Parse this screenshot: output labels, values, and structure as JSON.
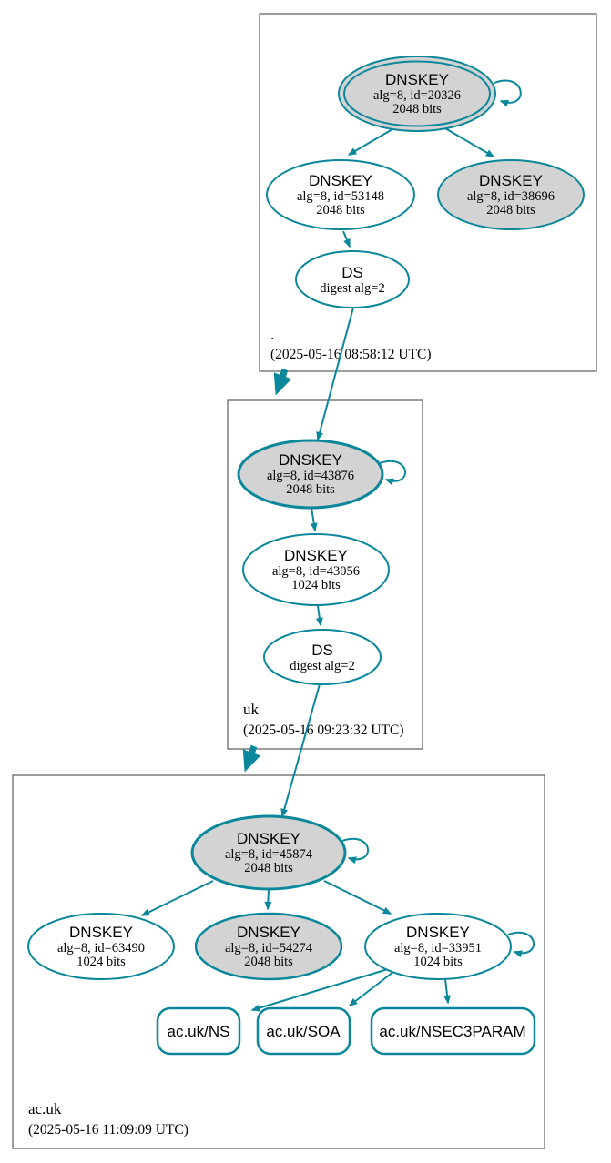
{
  "diagram_type": "dnssec-authentication-chain",
  "colors": {
    "secure_teal": "#0a879a",
    "ksk_fill_gray": "#d3d3d3",
    "node_fill_white": "#ffffff",
    "zone_border_gray": "#5b5b5b",
    "text": "#000000"
  },
  "zones": [
    {
      "name": ".",
      "timestamp": "(2025-05-16 08:58:12 UTC)",
      "nodes": {
        "ksk": {
          "title": "DNSKEY",
          "line1": "alg=8, id=20326",
          "line2": "2048 bits"
        },
        "zsk": {
          "title": "DNSKEY",
          "line1": "alg=8, id=53148",
          "line2": "2048 bits"
        },
        "key2": {
          "title": "DNSKEY",
          "line1": "alg=8, id=38696",
          "line2": "2048 bits"
        },
        "ds": {
          "title": "DS",
          "line1": "digest alg=2"
        }
      }
    },
    {
      "name": "uk",
      "timestamp": "(2025-05-16 09:23:32 UTC)",
      "nodes": {
        "ksk": {
          "title": "DNSKEY",
          "line1": "alg=8, id=43876",
          "line2": "2048 bits"
        },
        "zsk": {
          "title": "DNSKEY",
          "line1": "alg=8, id=43056",
          "line2": "1024 bits"
        },
        "ds": {
          "title": "DS",
          "line1": "digest alg=2"
        }
      }
    },
    {
      "name": "ac.uk",
      "timestamp": "(2025-05-16 11:09:09 UTC)",
      "nodes": {
        "ksk": {
          "title": "DNSKEY",
          "line1": "alg=8, id=45874",
          "line2": "2048 bits"
        },
        "key1": {
          "title": "DNSKEY",
          "line1": "alg=8, id=63490",
          "line2": "1024 bits"
        },
        "key2": {
          "title": "DNSKEY",
          "line1": "alg=8, id=54274",
          "line2": "2048 bits"
        },
        "key3": {
          "title": "DNSKEY",
          "line1": "alg=8, id=33951",
          "line2": "1024 bits"
        }
      },
      "rrsets": [
        "ac.uk/NS",
        "ac.uk/SOA",
        "ac.uk/NSEC3PARAM"
      ]
    }
  ]
}
